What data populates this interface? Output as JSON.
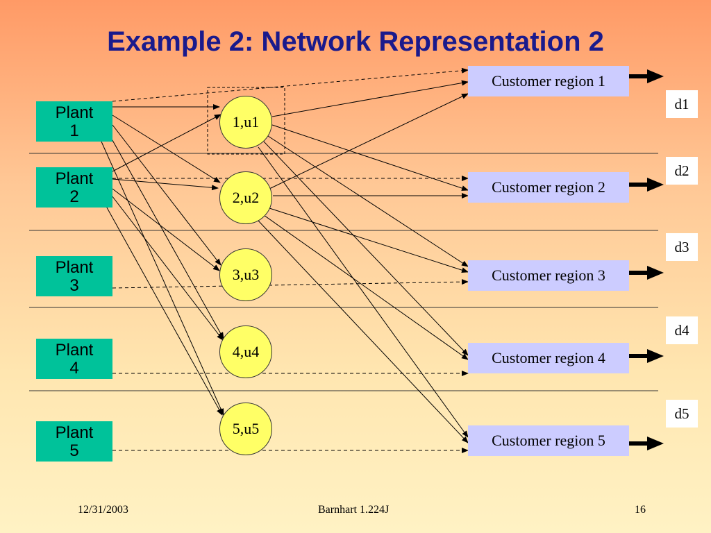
{
  "title": "Example 2: Network Representation 2",
  "plants": [
    {
      "line1": "Plant",
      "line2": "1"
    },
    {
      "line1": "Plant",
      "line2": "2"
    },
    {
      "line1": "Plant",
      "line2": "3"
    },
    {
      "line1": "Plant",
      "line2": "4"
    },
    {
      "line1": "Plant",
      "line2": "5"
    }
  ],
  "nodes": [
    "1,u1",
    "2,u2",
    "3,u3",
    "4,u4",
    "5,u5"
  ],
  "regions": [
    "Customer region 1",
    "Customer region 2",
    "Customer region 3",
    "Customer region 4",
    "Customer region 5"
  ],
  "demands": [
    "d1",
    "d2",
    "d3",
    "d4",
    "d5"
  ],
  "footer": {
    "date": "12/31/2003",
    "author": "Barnhart 1.224J",
    "page": "16"
  },
  "colors": {
    "title": "#1a1a8c",
    "plant_fill": "#00c29a",
    "node_fill": "#ffff66",
    "region_fill": "#ccccff"
  }
}
